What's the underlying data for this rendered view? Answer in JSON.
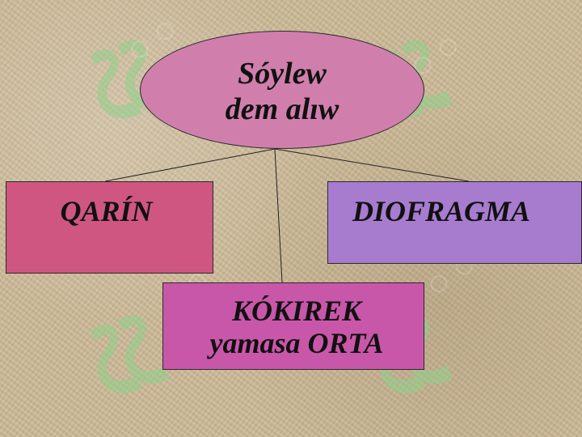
{
  "diagram": {
    "root": {
      "lines": [
        "Sóylew",
        "dem alıw"
      ]
    },
    "children": [
      {
        "id": "left",
        "lines": [
          "QARÍN"
        ]
      },
      {
        "id": "bottom",
        "lines": [
          "KÓKIREK",
          "yamasa ORTA"
        ]
      },
      {
        "id": "right",
        "lines": [
          "DIOFRAGMA"
        ]
      }
    ],
    "colors": {
      "root": "#d07fac",
      "left": "#cf5680",
      "bottom": "#c957a9",
      "right": "#a77ccf",
      "background": "#cbb896",
      "watermark": "#8fd08a"
    }
  }
}
